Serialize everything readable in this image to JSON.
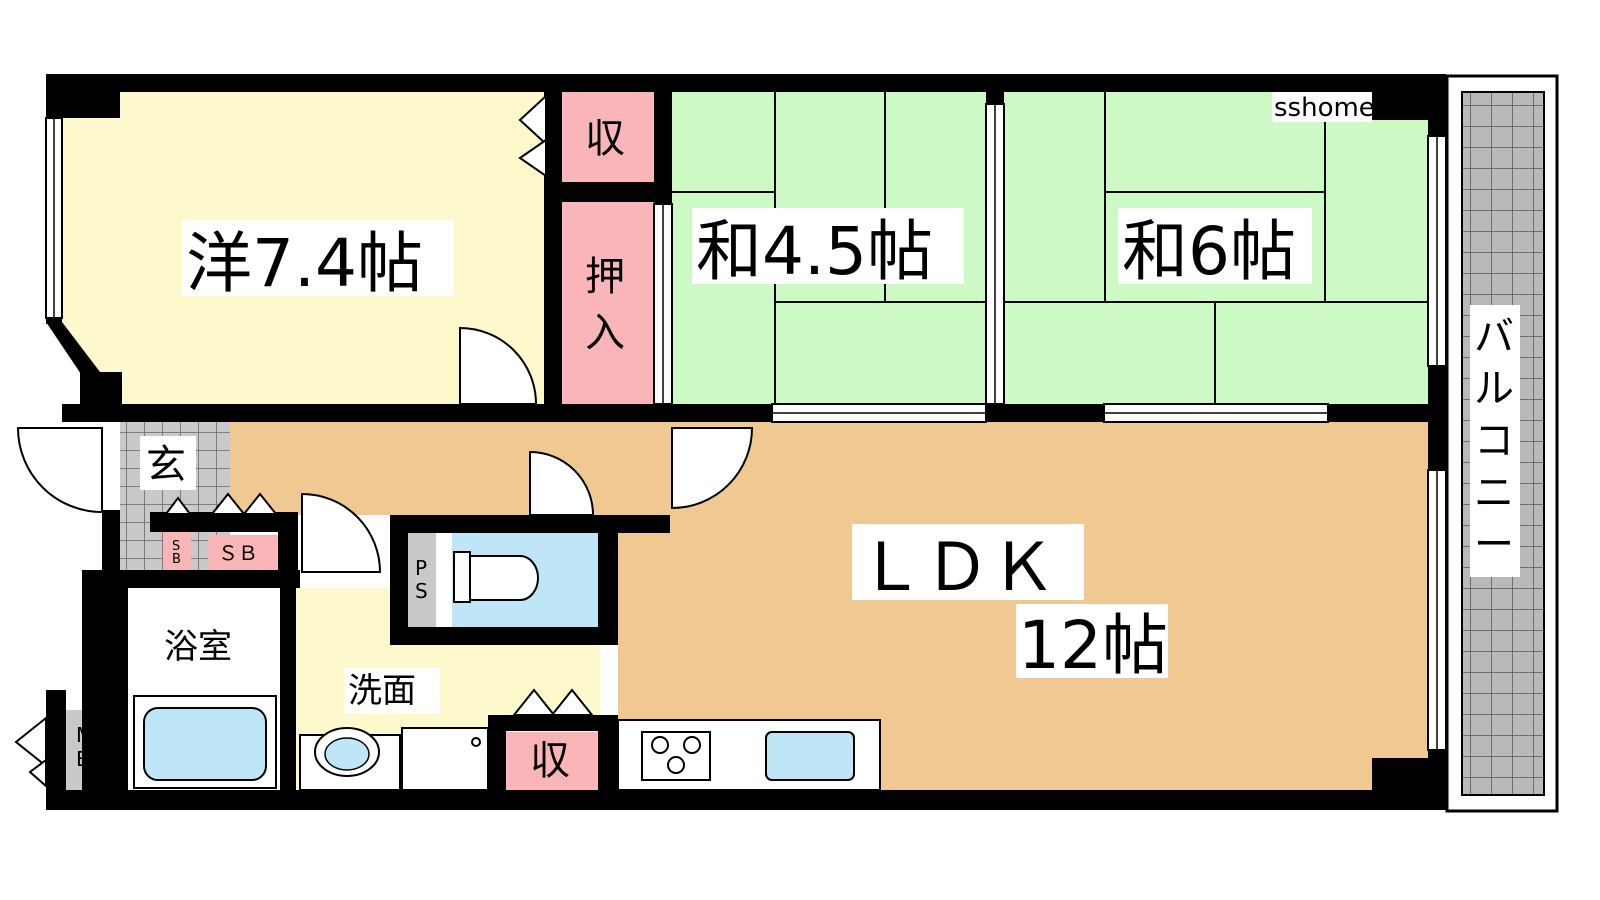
{
  "watermark": "sshome",
  "rooms": {
    "western": "洋7.4帖",
    "japanese_small": "和4.5帖",
    "japanese_large": "和6帖",
    "ldk_line1": "ＬＤＫ",
    "ldk_line2": "12帖",
    "entrance": "玄",
    "bath": "浴室",
    "washroom": "洗面",
    "balcony": [
      "バ",
      "ル",
      "コ",
      "ニ",
      "ー"
    ]
  },
  "storage": {
    "closet_top": "収",
    "oshiire": [
      "押",
      "入"
    ],
    "closet_bottom": "収",
    "sb_large": "ＳＢ",
    "sb_small": [
      "S",
      "B"
    ],
    "ps": [
      "P",
      "S"
    ],
    "mb": [
      "M",
      "B"
    ]
  },
  "colors": {
    "western_room": "#fdf9cd",
    "tatami": "#cdf9c4",
    "ldk_floor": "#f0c891",
    "storage": "#f9b5b7",
    "water": "#bfe6f7",
    "washroom": "#fdf9cd",
    "wall": "#000000",
    "balcony_tile": "#a9a9a9"
  }
}
